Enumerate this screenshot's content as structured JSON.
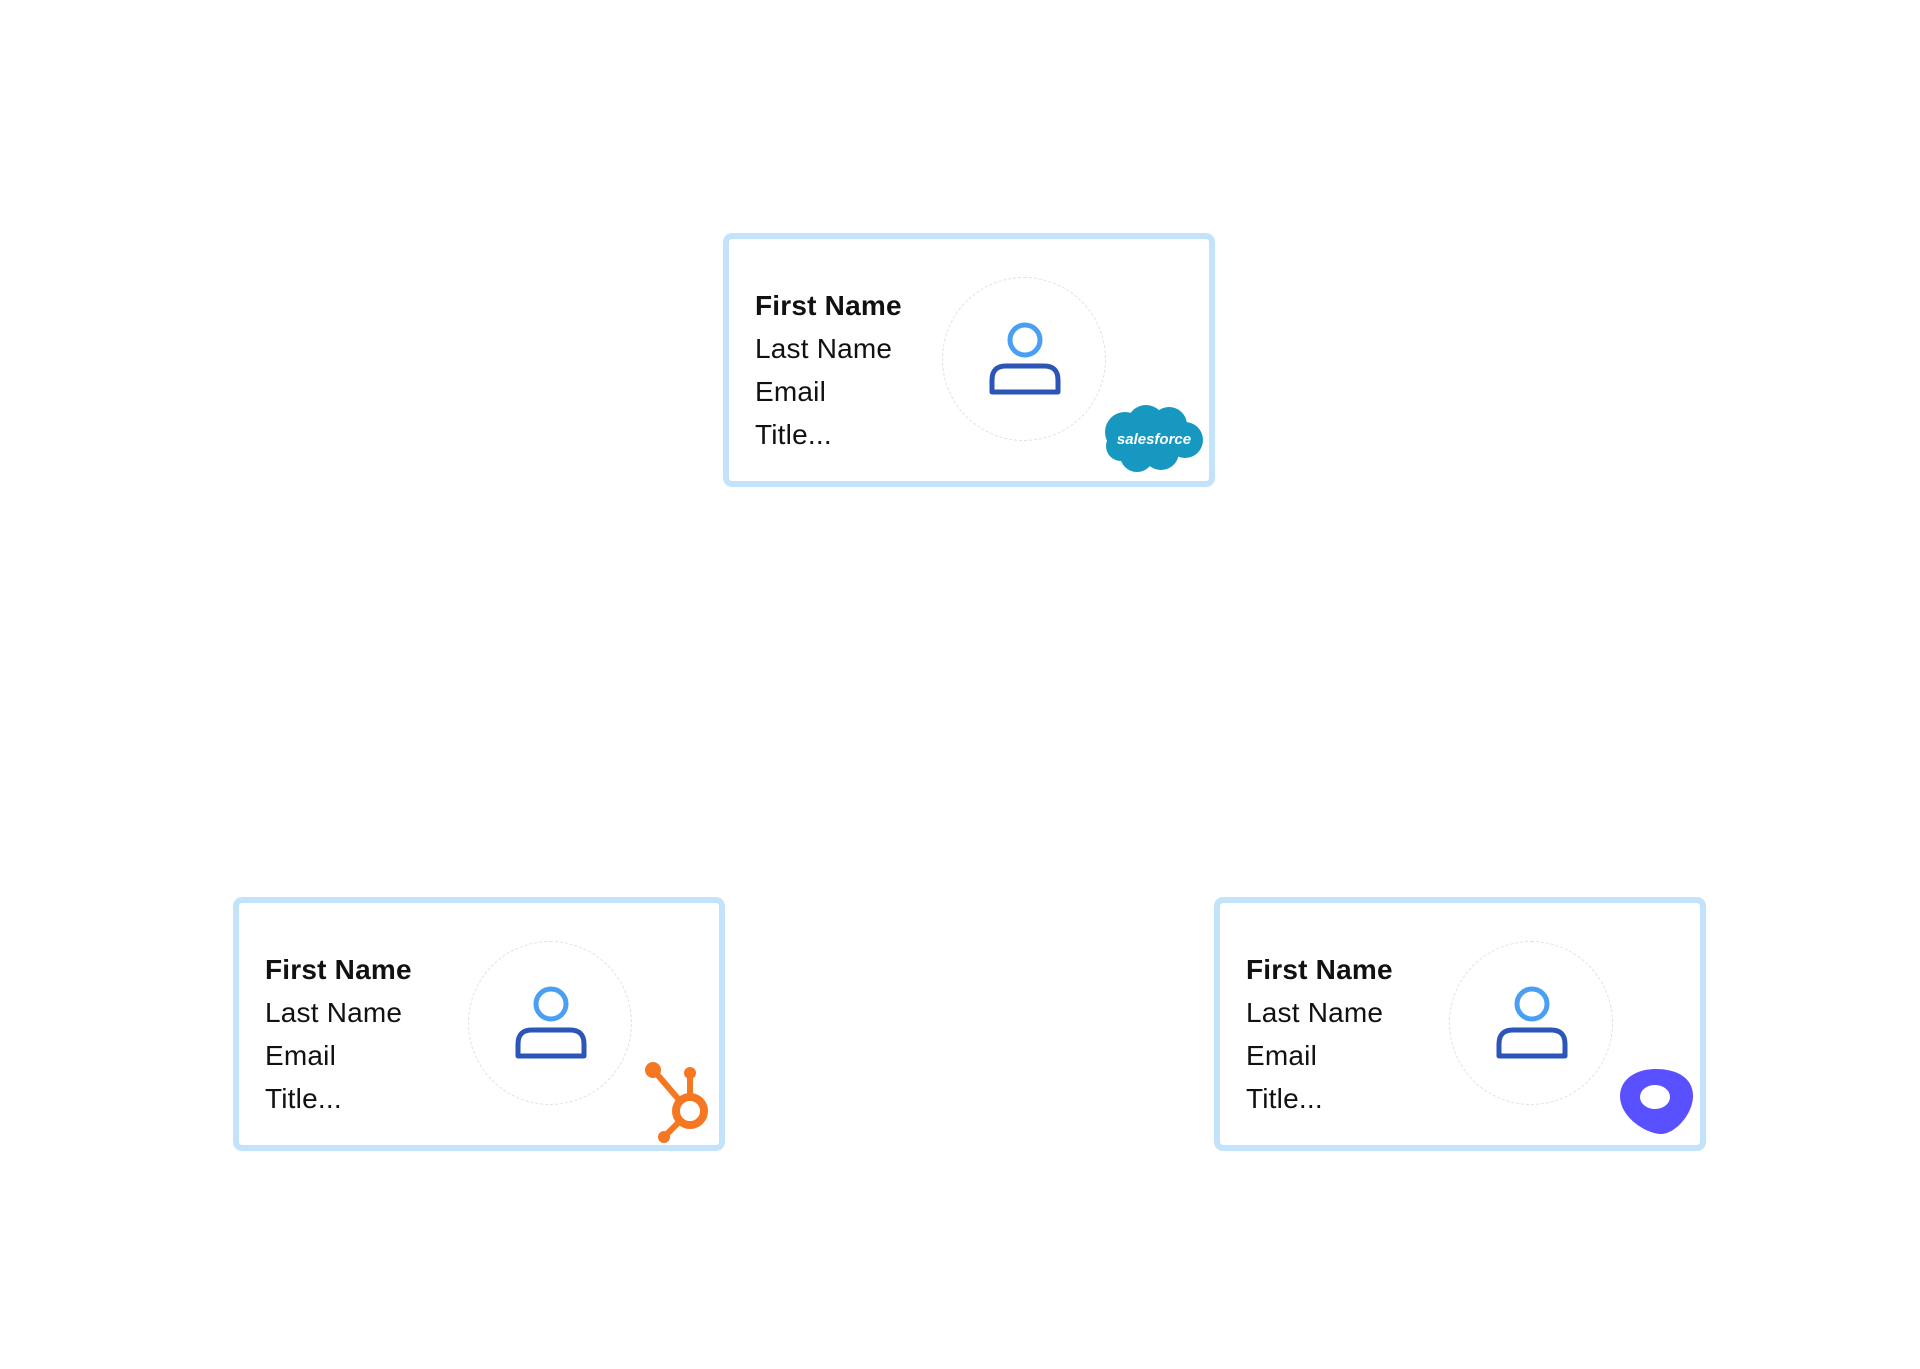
{
  "cards": [
    {
      "fields": {
        "first_name": "First Name",
        "last_name": "Last Name",
        "email": "Email",
        "title": "Title..."
      },
      "logo": {
        "icon": "salesforce-logo",
        "text": "salesforce",
        "color": "#1798c1"
      }
    },
    {
      "fields": {
        "first_name": "First Name",
        "last_name": "Last Name",
        "email": "Email",
        "title": "Title..."
      },
      "logo": {
        "icon": "hubspot-logo",
        "color": "#f57722"
      }
    },
    {
      "fields": {
        "first_name": "First Name",
        "last_name": "Last Name",
        "email": "Email",
        "title": "Title..."
      },
      "logo": {
        "icon": "outreach-logo",
        "color": "#5951ff"
      }
    }
  ],
  "colors": {
    "card_border": "#c3e3fb",
    "person_head": "#4a9ff5",
    "person_body": "#2b56b8"
  }
}
